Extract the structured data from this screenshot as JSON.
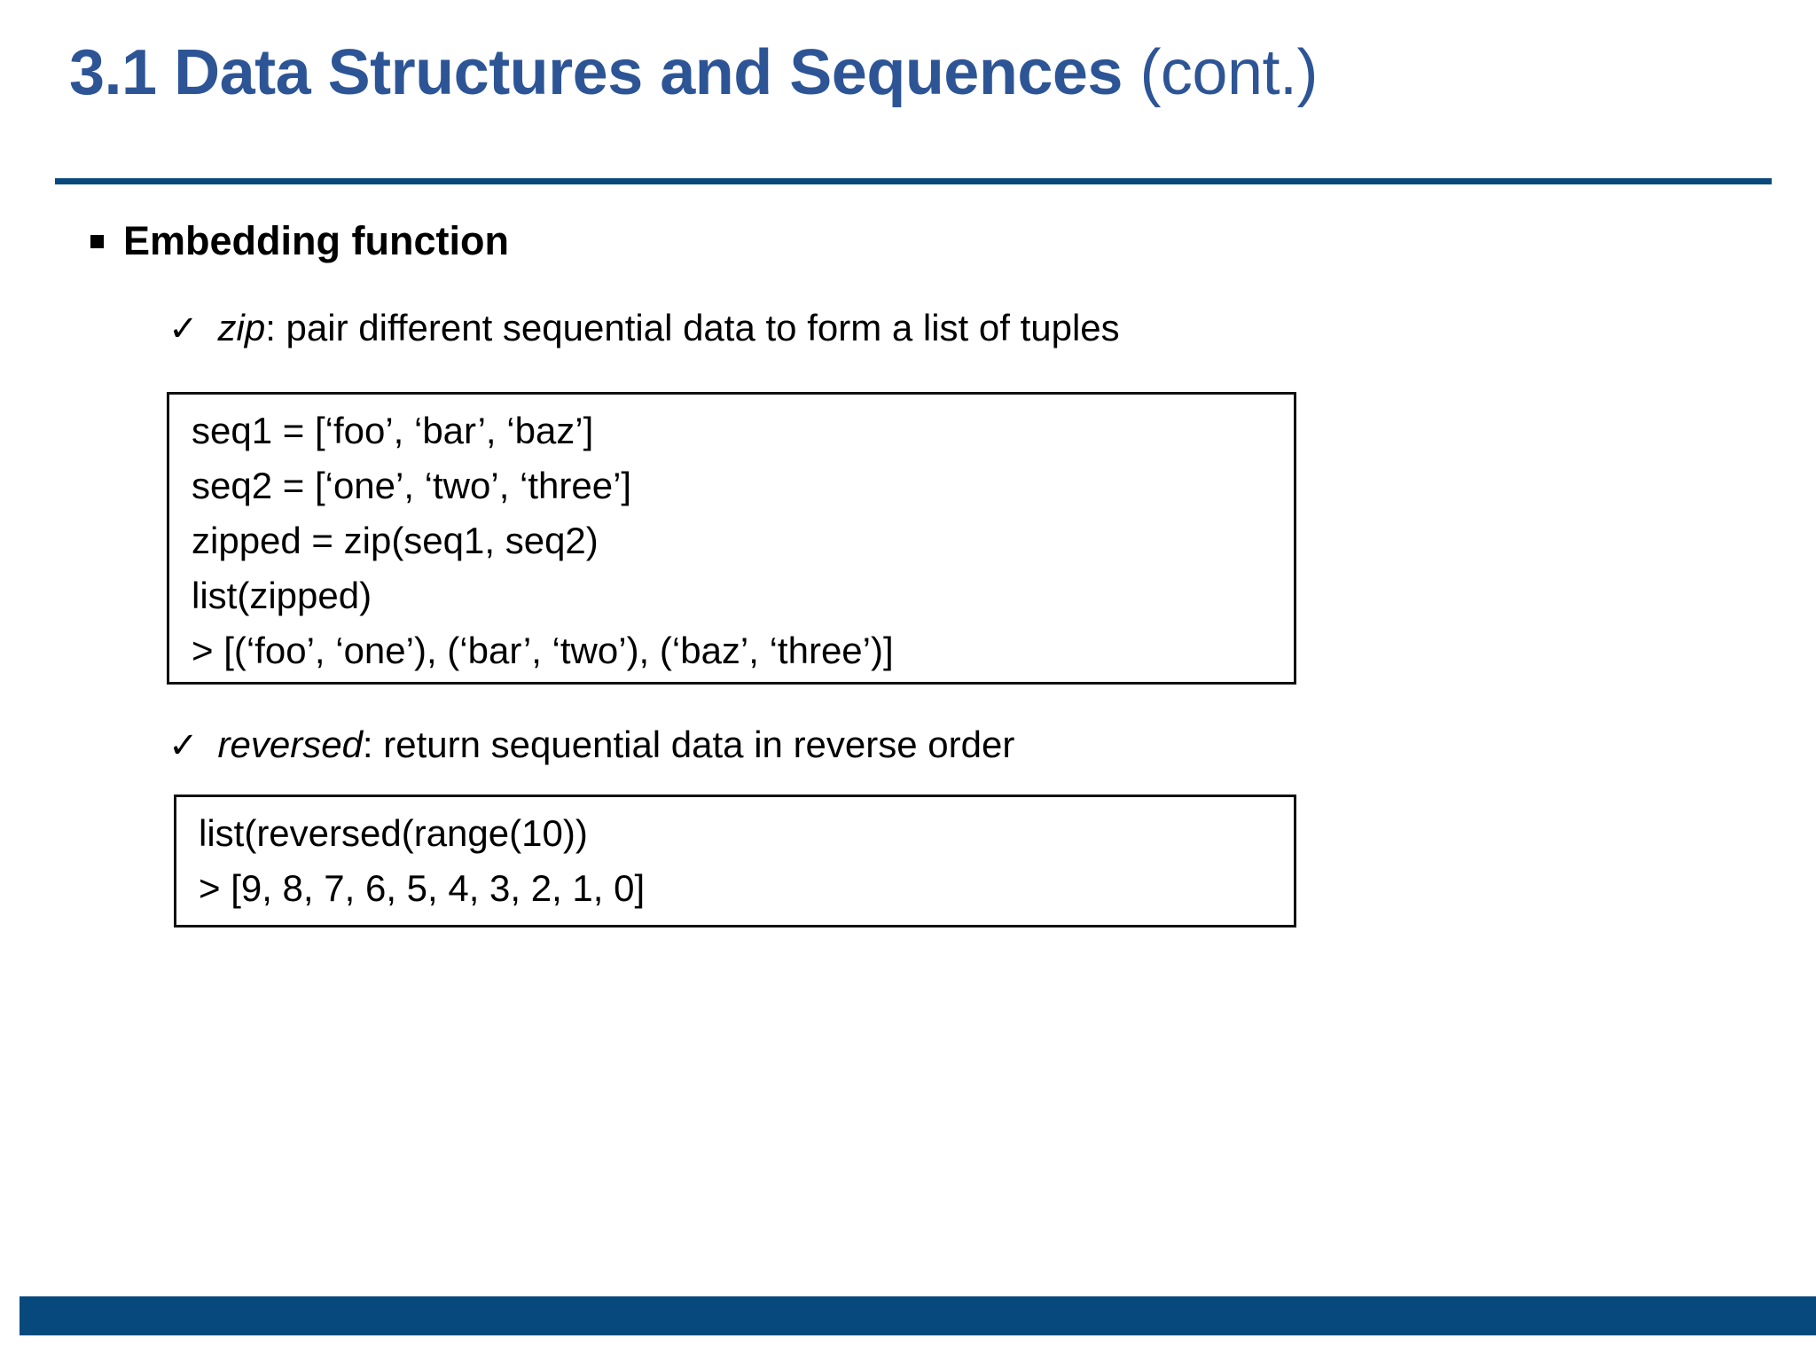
{
  "slide": {
    "title": {
      "main": "3.1 Data Structures and Sequences",
      "suffix": " (cont.)",
      "color": "#2d5596"
    },
    "rule_color": "#09497c",
    "bottom_bar_color": "#08497d",
    "background_color": "#ffffff",
    "body_text_color": "#000000"
  },
  "bullets": {
    "level1": {
      "marker": "square-bullet",
      "label": "Embedding function"
    },
    "items": [
      {
        "marker": "check-icon",
        "glyph": "✓",
        "term": "zip",
        "description": ": pair different sequential data to form a list of tuples"
      },
      {
        "marker": "check-icon",
        "glyph": "✓",
        "term": "reversed",
        "description": ": return sequential data in reverse order"
      }
    ]
  },
  "code_blocks": [
    {
      "id": "zip-example",
      "lines": [
        "seq1 = [‘foo’, ‘bar’, ‘baz’]",
        "seq2 = [‘one’, ‘two’, ‘three’]",
        "zipped = zip(seq1, seq2)",
        "list(zipped)",
        "> [(‘foo’, ‘one’), (‘bar’, ‘two’), (‘baz’, ‘three’)]"
      ]
    },
    {
      "id": "reversed-example",
      "lines": [
        "list(reversed(range(10))",
        "> [9, 8, 7, 6, 5, 4, 3, 2, 1, 0]"
      ]
    }
  ]
}
